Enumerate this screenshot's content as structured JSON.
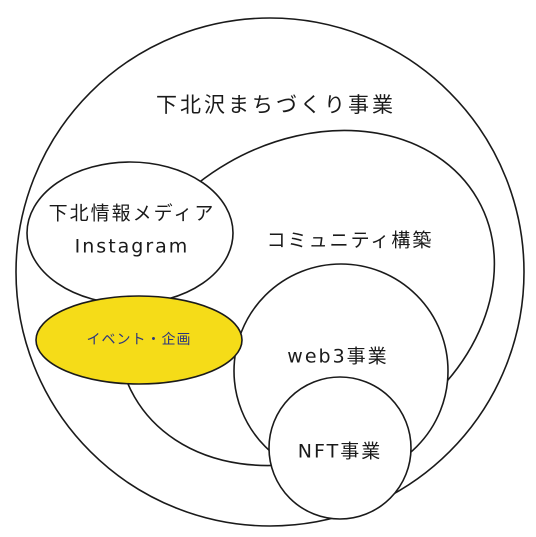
{
  "nodes": {
    "town": {
      "label": "下北沢まちづくり事業"
    },
    "community": {
      "label": "コミュニティ構築"
    },
    "media": {
      "line1": "下北情報メディア",
      "line2": "Instagram"
    },
    "event": {
      "label": "イベント・企画"
    },
    "web3": {
      "label": "web3事業"
    },
    "nft": {
      "label": "NFT事業"
    }
  },
  "colors": {
    "line": "#1a1a1a",
    "fill": "#ffffff",
    "highlight": "#f5dc18",
    "highlight_text": "#2a3580"
  }
}
